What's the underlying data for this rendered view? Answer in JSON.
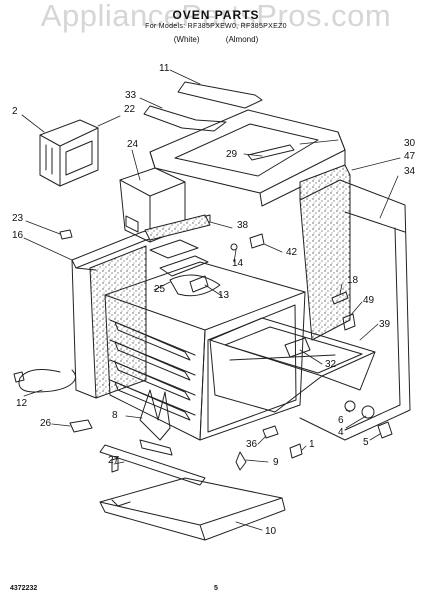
{
  "watermark": "AppliancePartsPros.com",
  "header": {
    "title": "OVEN PARTS",
    "models": "For Models: RF385PXEW0, RF385PXEZ0",
    "color_white": "(White)",
    "color_almond": "(Almond)"
  },
  "callouts": {
    "c1": "1",
    "c2": "2",
    "c4": "4",
    "c5": "5",
    "c6": "6",
    "c8": "8",
    "c9": "9",
    "c10": "10",
    "c11": "11",
    "c12": "12",
    "c13": "13",
    "c14": "14",
    "c16": "16",
    "c18": "18",
    "c22": "22",
    "c23": "23",
    "c24": "24",
    "c25": "25",
    "c26": "26",
    "c27": "27",
    "c29": "29",
    "c30": "30",
    "c32": "32",
    "c33": "33",
    "c34": "34",
    "c36": "36",
    "c38": "38",
    "c39": "39",
    "c42": "42",
    "c47": "47",
    "c49": "49"
  },
  "footer": {
    "doc_id": "4372232",
    "page": "5"
  }
}
